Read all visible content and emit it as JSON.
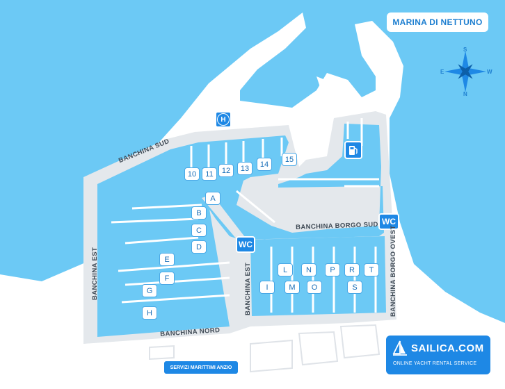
{
  "title": "MARINA DI NETTUNO",
  "compass": {
    "n": "N",
    "s": "S",
    "e": "E",
    "w": "W"
  },
  "docks": {
    "d10": "10",
    "d11": "11",
    "d12": "12",
    "d13": "13",
    "d14": "14",
    "d15": "15",
    "a": "A",
    "b": "B",
    "c": "C",
    "d": "D",
    "e": "E",
    "f": "F",
    "g": "G",
    "h": "H",
    "i": "I",
    "l": "L",
    "m": "M",
    "n": "N",
    "o": "O",
    "p": "P",
    "r": "R",
    "s": "S",
    "t": "T"
  },
  "services": {
    "heliport": "H",
    "wc1": "WC",
    "wc2": "WC",
    "fuel": "fuel-pump-icon"
  },
  "roads": {
    "banchina_sud": "BANCHINA SUD",
    "banchina_est_left": "BANCHINA EST",
    "banchina_est_mid": "BANCHINA EST",
    "banchina_nord": "BANCHINA NORD",
    "banchina_borgo_sud": "BANCHINA BORGO SUD",
    "banchina_borgo_ovest": "BANCHINA BORGO OVEST"
  },
  "servizi": "SERVIZI MARITTIMI ANZIO",
  "brand": {
    "name": "SAILICA.COM",
    "tagline": "ONLINE YACHT RENTAL SERVICE"
  },
  "colors": {
    "sea": "#6cc9f5",
    "land": "#ffffff",
    "quay": "#e6eaee",
    "accent": "#1e88e5"
  }
}
